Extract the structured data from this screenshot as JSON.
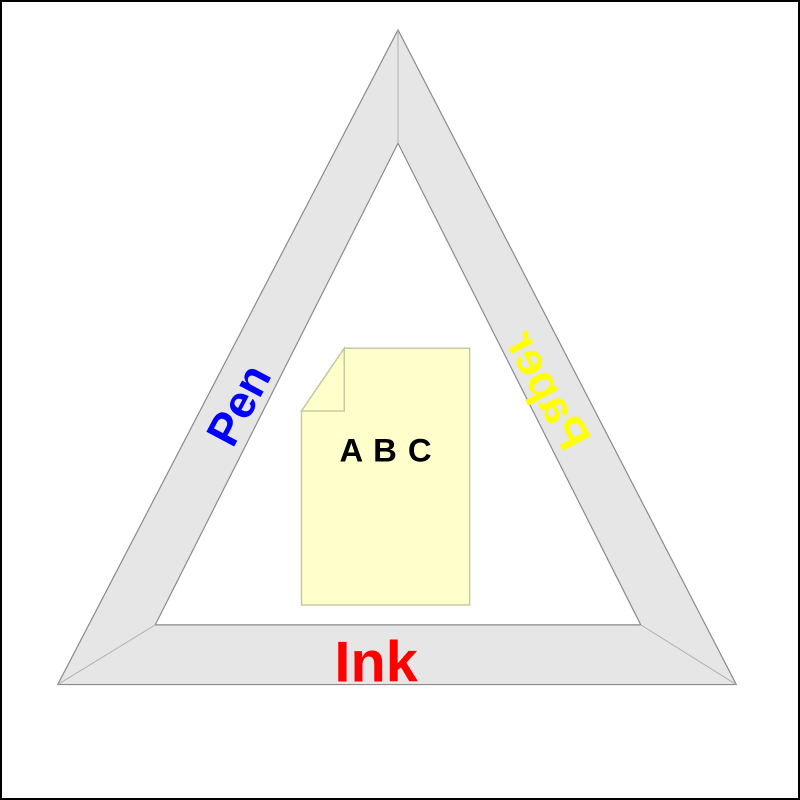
{
  "labels": {
    "left_side": "Pen",
    "right_side": "Paper",
    "bottom_side": "Ink",
    "document_text": "A B C"
  },
  "colors": {
    "frame_fill": "#e6e6e6",
    "frame_stroke": "#8a8a8a",
    "document_fill": "#ffffcc",
    "document_stroke": "#c8c8a0",
    "left_side": "#0000ff",
    "right_side": "#ffff00",
    "bottom_side": "#ff0000",
    "document_text": "#000000"
  }
}
